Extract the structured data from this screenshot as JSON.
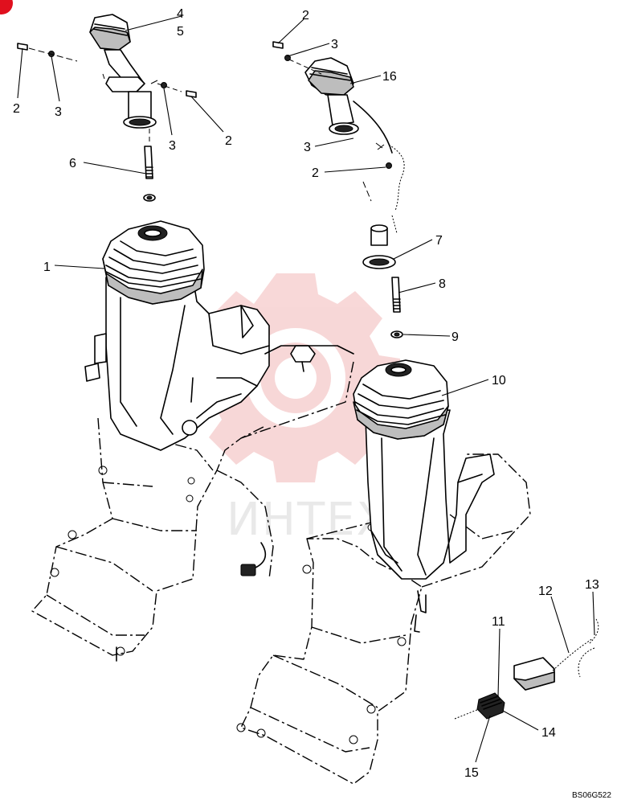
{
  "watermark": {
    "text": "ИНТЕХ",
    "gear_color": "#f2b8b8",
    "text_color": "#d8d8d8"
  },
  "corner_badge_color": "#e0101e",
  "reference_code": "BS06G522",
  "callouts": [
    {
      "label": "4"
    },
    {
      "label": "5"
    },
    {
      "label": "2"
    },
    {
      "label": "3"
    },
    {
      "label": "3"
    },
    {
      "label": "2"
    },
    {
      "label": "6"
    },
    {
      "label": "1"
    },
    {
      "label": "2"
    },
    {
      "label": "3"
    },
    {
      "label": "16"
    },
    {
      "label": "3"
    },
    {
      "label": "2"
    },
    {
      "label": "7"
    },
    {
      "label": "8"
    },
    {
      "label": "9"
    },
    {
      "label": "10"
    },
    {
      "label": "12"
    },
    {
      "label": "13"
    },
    {
      "label": "11"
    },
    {
      "label": "14"
    },
    {
      "label": "15"
    }
  ]
}
